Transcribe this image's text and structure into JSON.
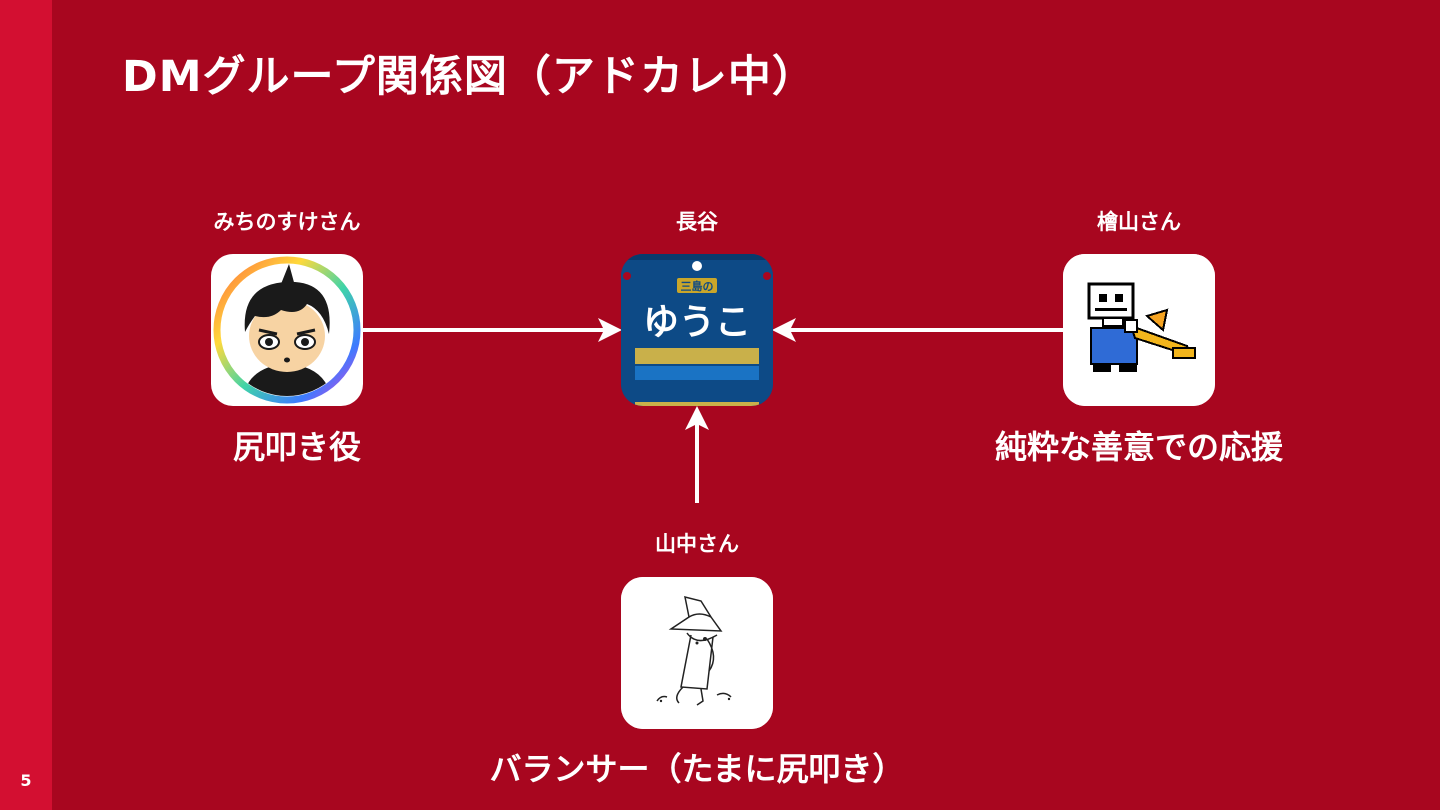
{
  "slide": {
    "title": "DMグループ関係図（アドカレ中）",
    "page_number": "5"
  },
  "nodes": {
    "center": {
      "name": "長谷",
      "avatar_icon": "yuko-furikake-package-icon",
      "avatar_text_top": "三島の",
      "avatar_text_main": "ゆうこ"
    },
    "left": {
      "name": "みちのすけさん",
      "role": "尻叩き役",
      "avatar_icon": "cartoon-boy-avatar-icon"
    },
    "right": {
      "name": "檜山さん",
      "role": "純粋な善意での応援",
      "avatar_icon": "pixel-skeleton-trombone-icon"
    },
    "bottom": {
      "name": "山中さん",
      "role": "バランサー（たまに尻叩き）",
      "avatar_icon": "snufkin-sketch-icon"
    }
  },
  "colors": {
    "background": "#a8061f",
    "sidebar": "#d30f31",
    "text": "#ffffff",
    "arrow": "#ffffff"
  }
}
